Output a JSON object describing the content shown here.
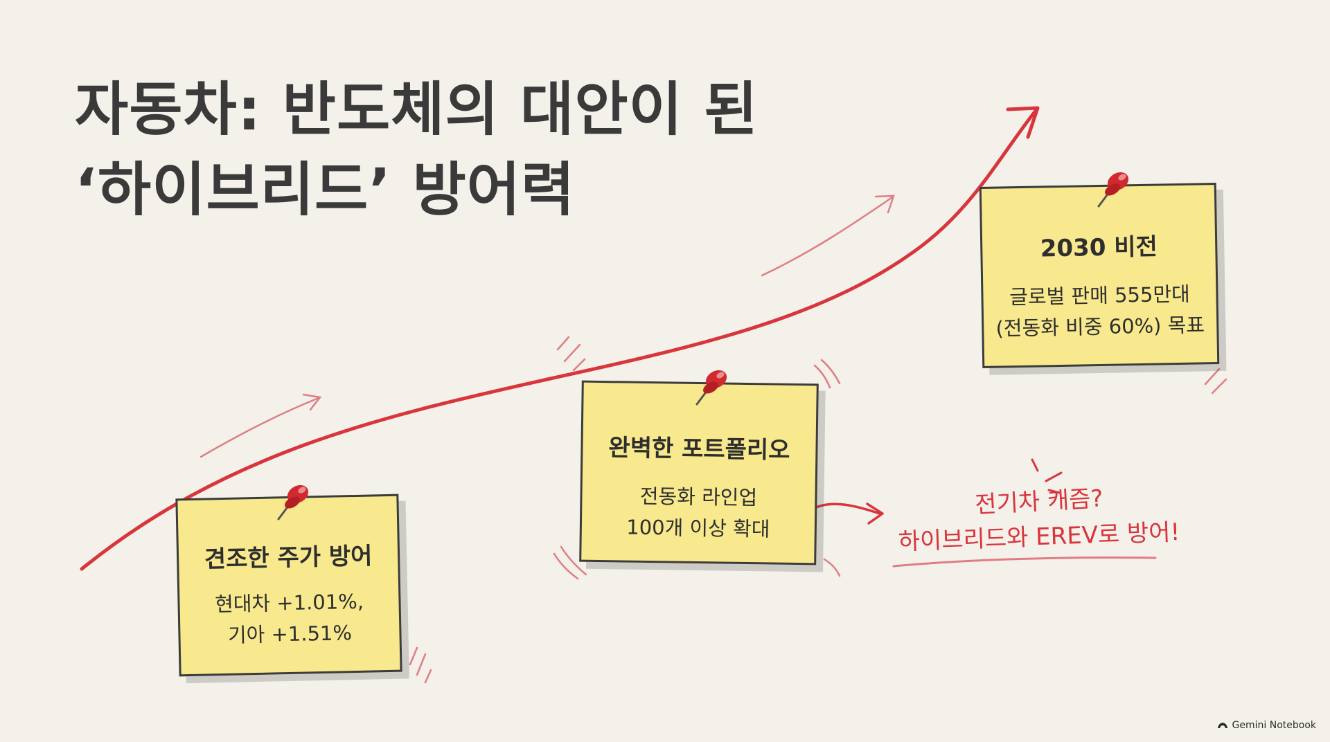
{
  "title": {
    "line1": "자동차: 반도체의 대안이 된",
    "line2": "‘하이브리드’ 방어력"
  },
  "notes": [
    {
      "title": "견조한 주가 방어",
      "line1": "현대차 +1.01%,",
      "line2": "기아 +1.51%"
    },
    {
      "title": "완벽한 포트폴리오",
      "line1": "전동화 라인업",
      "line2": "100개 이상 확대"
    },
    {
      "title": "2030 비전",
      "line1": "글로벌 판매 555만대",
      "line2": "(전동화 비중 60%) 목표"
    }
  ],
  "callout": {
    "line1": "전기차 캐즘?",
    "line2": "하이브리드와 EREV로 방어!"
  },
  "brand": {
    "label": "Gemini Notebook"
  },
  "colors": {
    "background": "#f3f1ea",
    "note": "#f8e98e",
    "accent_red": "#d8353c",
    "text": "#2f2f2f"
  },
  "icons": [
    "pushpin-icon",
    "growth-arrow-icon",
    "brand-logo-icon"
  ]
}
